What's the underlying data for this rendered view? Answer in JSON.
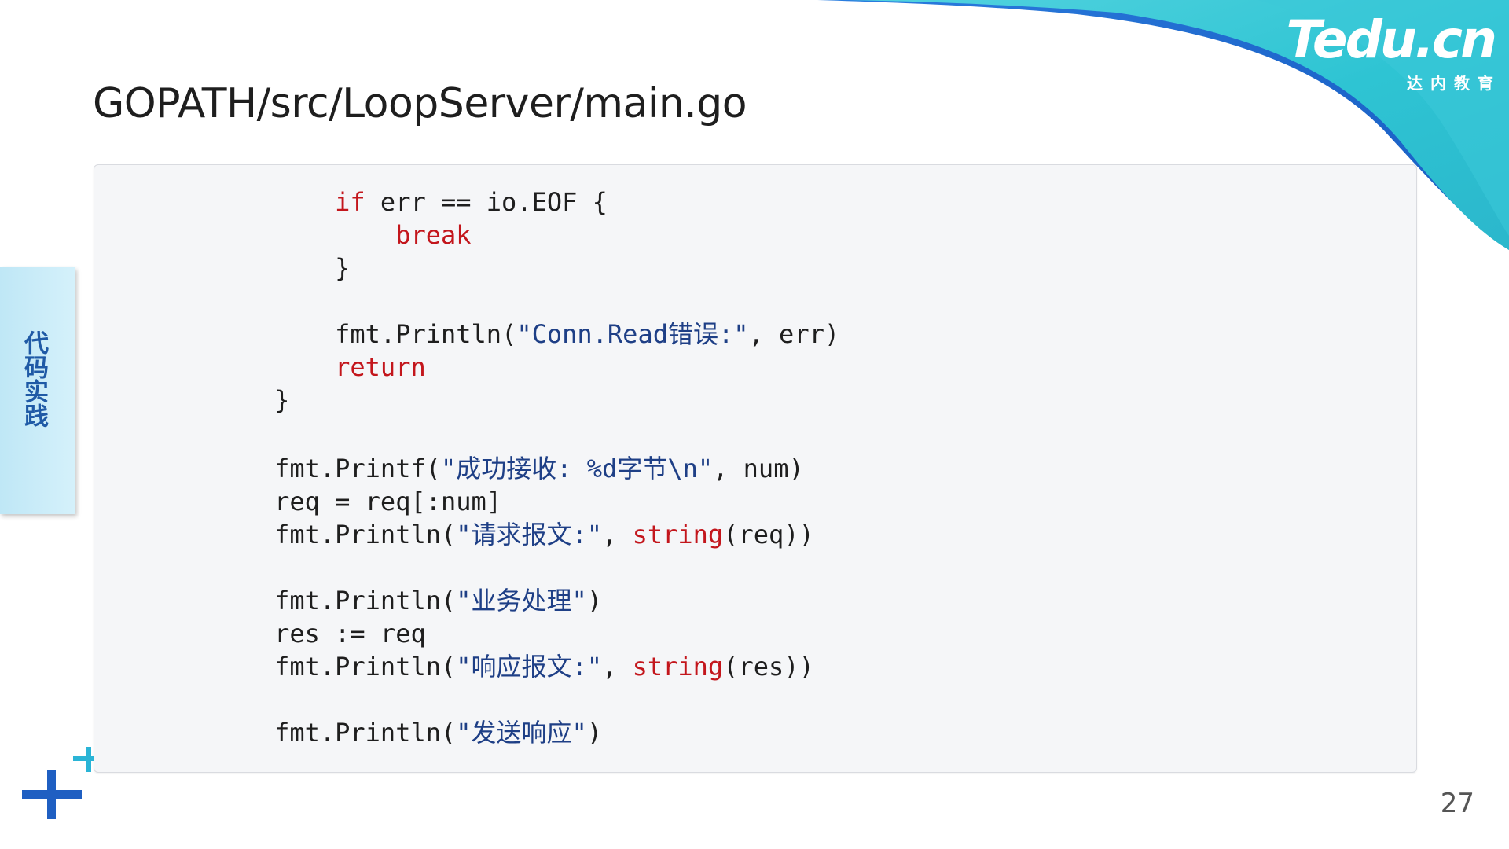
{
  "title": "GOPATH/src/LoopServer/main.go",
  "side_tab": {
    "label": "代码实践"
  },
  "logo": {
    "brand": "Tedu.cn",
    "subtitle": "达内教育"
  },
  "page_number": "27",
  "colors": {
    "keyword": "#c3161c",
    "string": "#1e3f86",
    "accent_blue": "#1f5aa6",
    "swoosh_teal": "#2ec4d3",
    "swoosh_blue": "#1c6fd0"
  },
  "code": {
    "lines": [
      [
        {
          "t": "        "
        },
        {
          "t": "if",
          "c": "kw"
        },
        {
          "t": " err == io.EOF {"
        }
      ],
      [
        {
          "t": "            "
        },
        {
          "t": "break",
          "c": "kw"
        }
      ],
      [
        {
          "t": "        }"
        }
      ],
      [],
      [
        {
          "t": "        fmt.Println("
        },
        {
          "t": "\"Conn.Read错误:\"",
          "c": "str"
        },
        {
          "t": ", err)"
        }
      ],
      [
        {
          "t": "        "
        },
        {
          "t": "return",
          "c": "kw"
        }
      ],
      [
        {
          "t": "    }"
        }
      ],
      [],
      [
        {
          "t": "    fmt.Printf("
        },
        {
          "t": "\"成功接收: %d字节\\n\"",
          "c": "str"
        },
        {
          "t": ", num)"
        }
      ],
      [
        {
          "t": "    req = req[:num]"
        }
      ],
      [
        {
          "t": "    fmt.Println("
        },
        {
          "t": "\"请求报文:\"",
          "c": "str"
        },
        {
          "t": ", "
        },
        {
          "t": "string",
          "c": "kw"
        },
        {
          "t": "(req))"
        }
      ],
      [],
      [
        {
          "t": "    fmt.Println("
        },
        {
          "t": "\"业务处理\"",
          "c": "str"
        },
        {
          "t": ")"
        }
      ],
      [
        {
          "t": "    res := req"
        }
      ],
      [
        {
          "t": "    fmt.Println("
        },
        {
          "t": "\"响应报文:\"",
          "c": "str"
        },
        {
          "t": ", "
        },
        {
          "t": "string",
          "c": "kw"
        },
        {
          "t": "(res))"
        }
      ],
      [],
      [
        {
          "t": "    fmt.Println("
        },
        {
          "t": "\"发送响应\"",
          "c": "str"
        },
        {
          "t": ")"
        }
      ]
    ]
  }
}
